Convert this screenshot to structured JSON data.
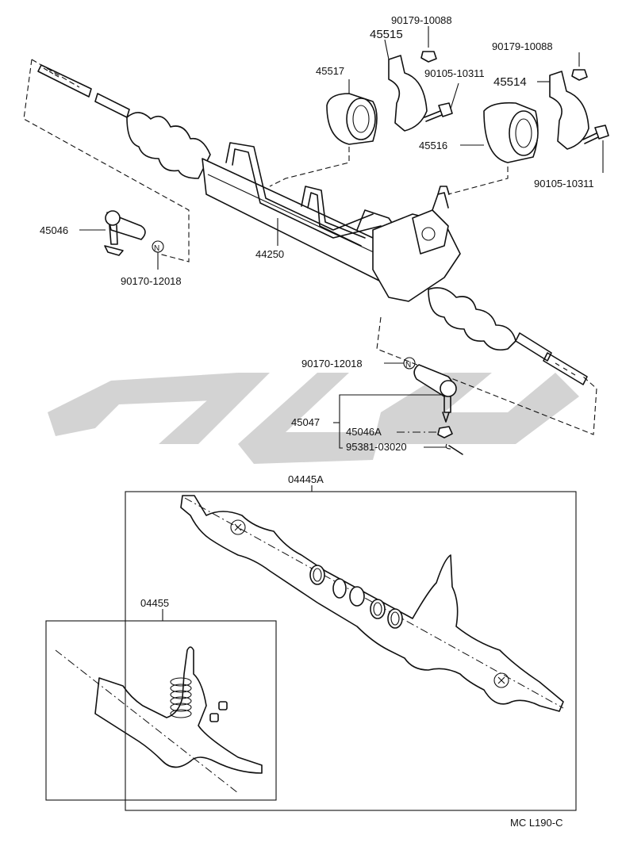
{
  "diagram": {
    "code": "MC L190-C",
    "labels": {
      "p90179_top": "90179-10088",
      "p45515": "45515",
      "p90179_right": "90179-10088",
      "p45517": "45517",
      "p90105_mid": "90105-10311",
      "p45514": "45514",
      "p45516": "45516",
      "p90105_right": "90105-10311",
      "p45046": "45046",
      "p44250": "44250",
      "p90170_left": "90170-12018",
      "p90170_right": "90170-12018",
      "p45047": "45047",
      "p45046A": "45046A",
      "p95381": "95381-03020",
      "p04445A": "04445A",
      "p04455": "04455"
    },
    "nut_symbol": "N"
  }
}
